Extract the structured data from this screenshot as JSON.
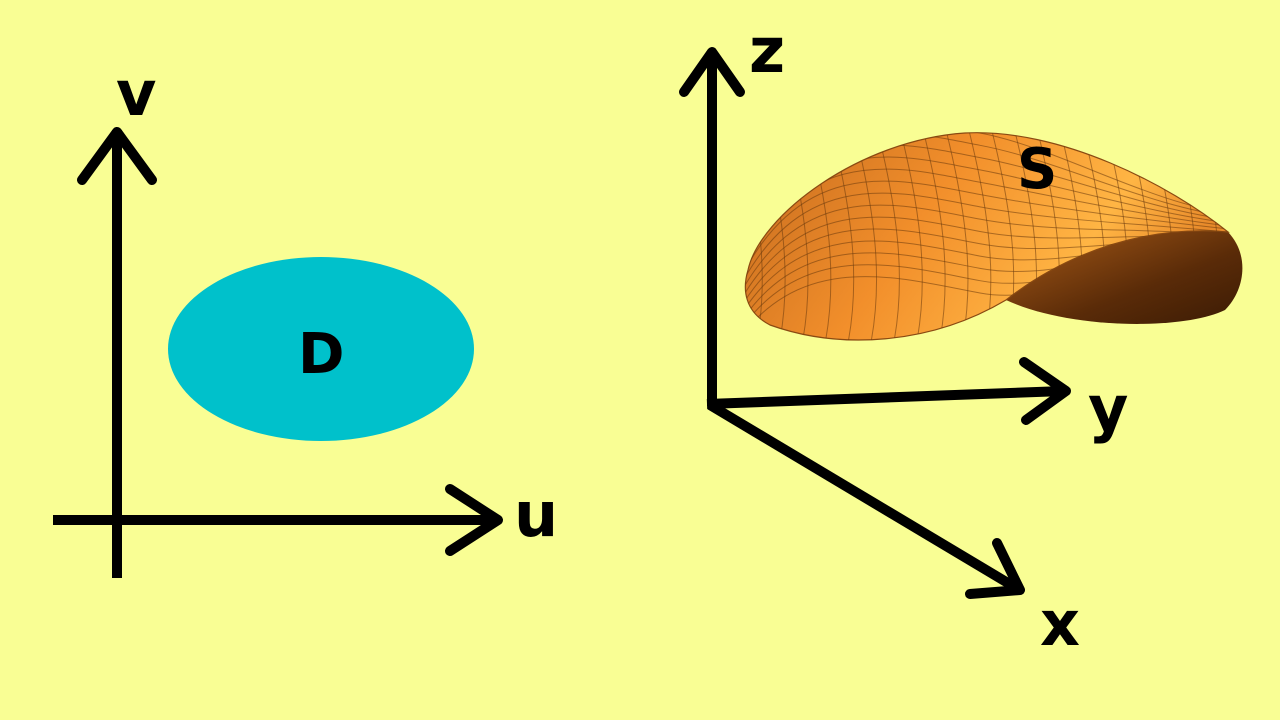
{
  "background_color": "#f9fe94",
  "uv_plane": {
    "u_axis_label": "u",
    "v_axis_label": "v",
    "region_label": "D",
    "region_color": "#00c1cb"
  },
  "xyz_space": {
    "x_axis_label": "x",
    "y_axis_label": "y",
    "z_axis_label": "z",
    "surface_label": "S",
    "surface_colors": {
      "light": "#ffb84a",
      "mid": "#f08a26",
      "dark": "#5a2b08"
    }
  }
}
